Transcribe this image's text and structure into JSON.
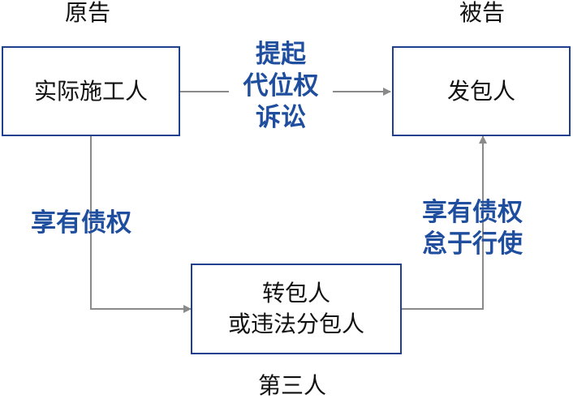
{
  "roles": {
    "plaintiff": "原告",
    "defendant": "被告",
    "third_party": "第三人"
  },
  "nodes": {
    "actual_builder": "实际施工人",
    "employer": "发包人",
    "subcontractor_line1": "转包人",
    "subcontractor_line2": "或违法分包人"
  },
  "edges": {
    "subrogation": [
      "提起",
      "代位权",
      "诉讼"
    ],
    "has_claim": "享有债权",
    "idle_claim": [
      "享有债权",
      "怠于行使"
    ]
  },
  "colors": {
    "box_border": "#1f3f8f",
    "label_blue": "#1f4e9e",
    "arrow_gray": "#8a8a8a"
  }
}
